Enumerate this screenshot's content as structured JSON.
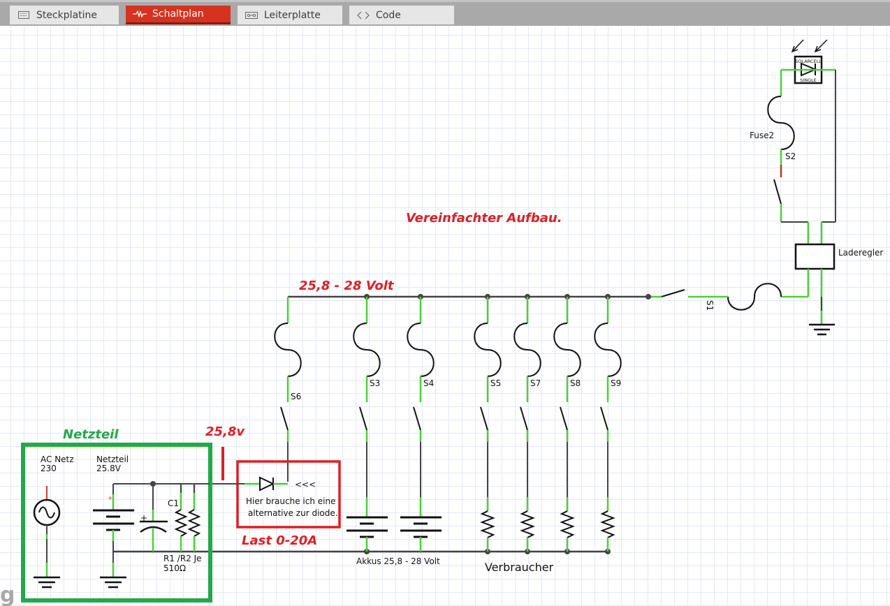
{
  "tabs": [
    {
      "label": "Steckplatine",
      "icon": "breadboard-icon",
      "active": false
    },
    {
      "label": "Schaltplan",
      "icon": "schematic-icon",
      "active": true
    },
    {
      "label": "Leiterplatte",
      "icon": "pcb-icon",
      "active": false
    },
    {
      "label": "Code",
      "icon": "code-icon",
      "active": false
    }
  ],
  "annotations": {
    "title_note": "Vereinfachter Aufbau.",
    "bus_voltage": "25,8 - 28 Volt",
    "supply_voltage": "25,8v",
    "load_current": "Last 0-20A",
    "power_supply_box": "Netzteil",
    "diode_question_line1": "Hier brauche ich eine",
    "diode_question_line2": "alternative zur diode.",
    "arrows": "<<<"
  },
  "components": {
    "solarcell": {
      "top": "SOLARCELL",
      "bottom": "SINGLE"
    },
    "fuse_solar": "Fuse2",
    "switch_solar": "S2",
    "charge_controller": "Laderegler",
    "main_switch": "S1",
    "branch_switches": [
      "S6",
      "S3",
      "S4",
      "S5",
      "S7",
      "S8",
      "S9"
    ],
    "ac_source": {
      "line1": "AC Netz",
      "line2": "230"
    },
    "psu": {
      "line1": "Netzteil",
      "line2": "25.8V"
    },
    "capacitor": "C1",
    "resistors": {
      "line1": "R1 /R2 Je",
      "line2": "510Ω"
    },
    "batteries": "Akkus 25,8 - 28 Volt",
    "loads": "Verbraucher"
  },
  "colors": {
    "accent_tab": "#d6321f",
    "wire": "#444444",
    "pin_connected": "#4ccf3a",
    "note_red": "#e01e24",
    "note_green": "#23a84a"
  },
  "watermark": "g"
}
